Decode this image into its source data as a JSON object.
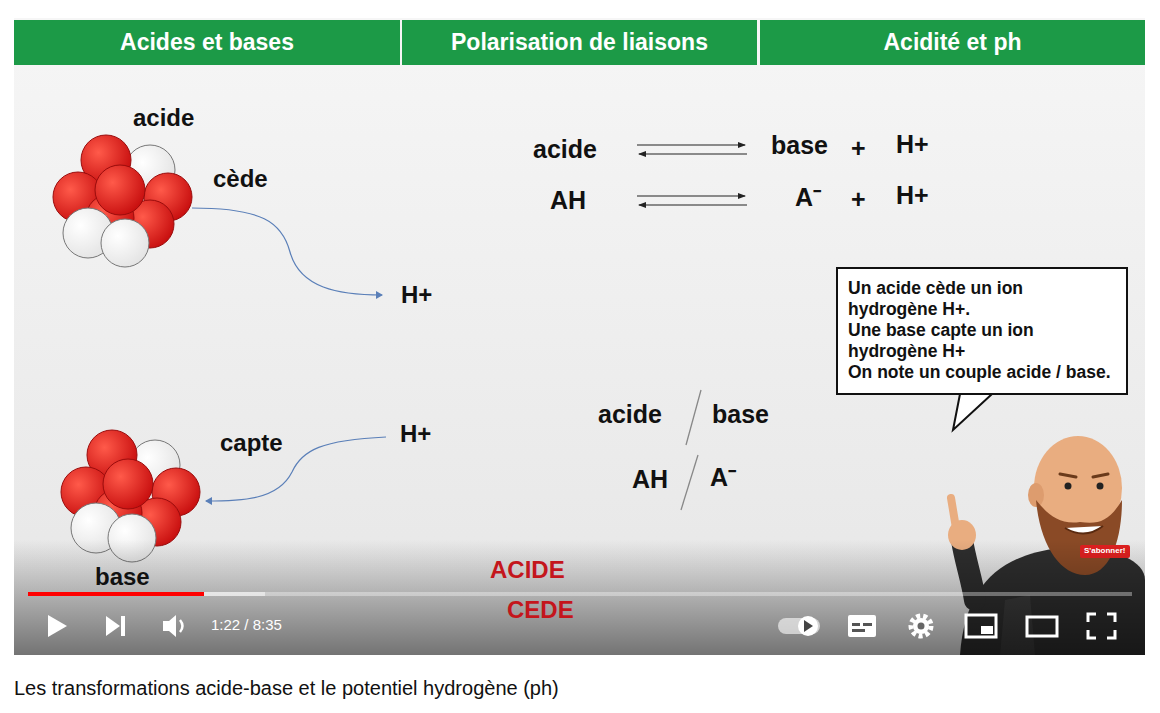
{
  "diagram": {
    "caption": "Les transformations acide-base et le potentiel hydrogène (ph)",
    "nodes": [
      {
        "text": [
          "Acides et bases"
        ]
      },
      {
        "text": [
          "Polarisation de liaisons"
        ]
      },
      {
        "text": [
          "Acidité et ph"
        ]
      },
      {
        "text": [
          "Un acide cède un ion hydrogène H+.",
          "Une base capte un ion hydrogène H+",
          "On note un couple acide / base."
        ]
      }
    ],
    "labels": [
      "acide",
      "cède",
      "H+",
      "capte",
      "H+",
      "base",
      "acide",
      "base",
      "+",
      "H+",
      "AH",
      "A⁻",
      "+",
      "H+",
      "acide",
      "base",
      "AH",
      "A⁻",
      "ACIDE",
      "CEDE",
      "S'abonner!",
      "1:22 / 8:35"
    ]
  }
}
